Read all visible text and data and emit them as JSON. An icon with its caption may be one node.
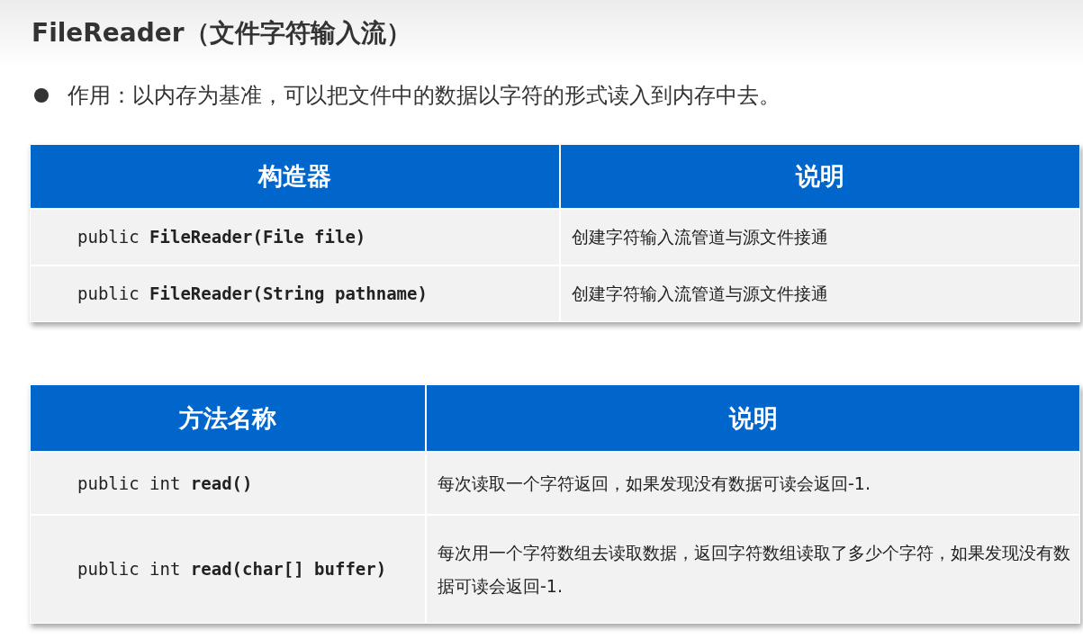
{
  "diagram": {
    "title": "FileReader（文件字符输入流）",
    "labels": [
      "作用：以内存为基准，可以把文件中的数据以字符的形式读入到内存中去。",
      "构造器",
      "说明",
      "public **FileReader(File file)**",
      "创建字符输入流管道与源文件接通",
      "public **FileReader(String pathname)**",
      "创建字符输入流管道与源文件接通",
      "方法名称",
      "说明",
      "public int **read()**",
      "每次读取一个字符返回，如果发现没有数据可读会返回-1.",
      "public int **read(char[] buffer)**",
      "每次用一个字符数组去读取数据，返回字符数组读取了多少个字符，如果发现没有数据可读会返回-1."
    ]
  }
}
